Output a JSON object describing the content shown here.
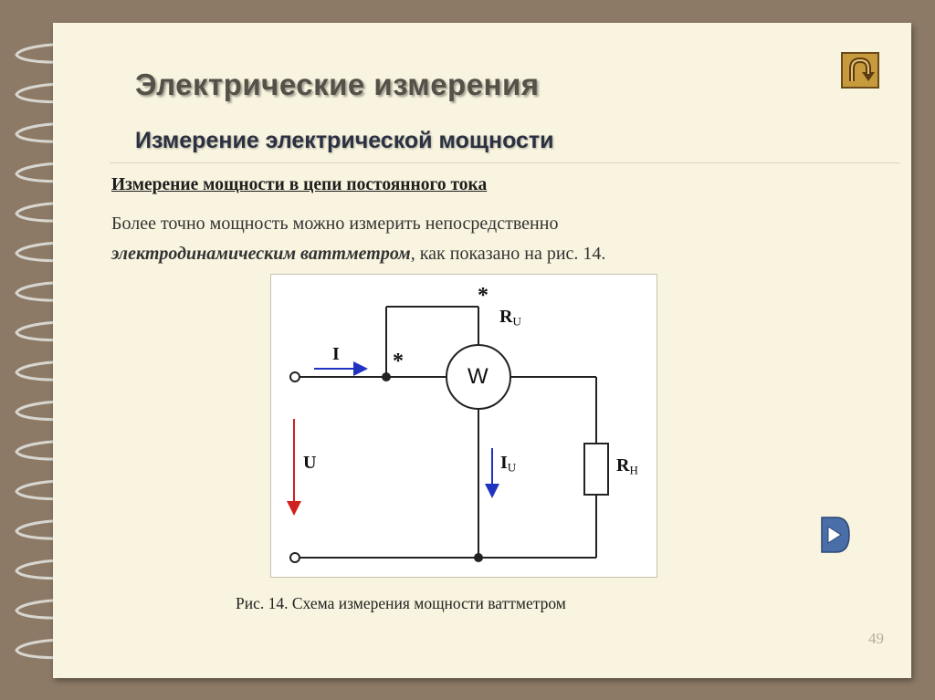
{
  "header": {
    "title": "Электрические  измерения",
    "subtitle": "Измерение  электрической  мощности"
  },
  "content": {
    "section_heading": "Измерение мощности в цепи постоянного тока",
    "paragraph_part1": "Более точно мощность можно измерить непосредственно",
    "paragraph_emphasis": "электродинамическим ваттметром",
    "paragraph_part2": ", как показано на рис. 14."
  },
  "figure": {
    "labels": {
      "star_top": "*",
      "star_left": "*",
      "current_I": "I",
      "voltage_U": "U",
      "meter": "W",
      "R": "R",
      "sub_U": "U",
      "sub_H": "Н",
      "I_branch": "I"
    },
    "caption": "Рис. 14. Схема измерения мощности ваттметром"
  },
  "nav": {
    "return_icon": "u-turn-arrow-icon",
    "next_icon": "play-arrow-icon"
  },
  "footer": {
    "page_number": "49"
  },
  "colors": {
    "background": "#8c7a66",
    "page": "#f8f4df",
    "nav_button": "#c79a3e",
    "next_button": "#4a6fa8",
    "arrow_blue": "#2033c0",
    "arrow_red": "#d02020"
  }
}
